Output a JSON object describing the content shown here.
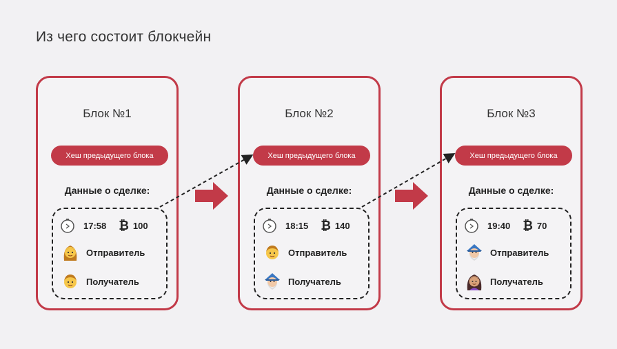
{
  "title": "Из чего состоит блокчейн",
  "colors": {
    "accent": "#c23a48",
    "background": "#f2f1f3",
    "text": "#222222"
  },
  "blocks": [
    {
      "title": "Блок №1",
      "hash_label": "Хеш предыдущего блока",
      "deal_label": "Данные о сделке:",
      "time": "17:58",
      "btc_symbol": "₿",
      "amount": "100",
      "sender_label": "Отправитель",
      "sender_icon": "woman-emoji-icon",
      "receiver_label": "Получатель",
      "receiver_icon": "man-emoji-icon"
    },
    {
      "title": "Блок №2",
      "hash_label": "Хеш предыдущего блока",
      "deal_label": "Данные о сделке:",
      "time": "18:15",
      "btc_symbol": "₿",
      "amount": "140",
      "sender_label": "Отправитель",
      "sender_icon": "man-emoji-icon",
      "receiver_label": "Получатель",
      "receiver_icon": "wizard-emoji-icon"
    },
    {
      "title": "Блок №3",
      "hash_label": "Хеш предыдущего блока",
      "deal_label": "Данные о сделке:",
      "time": "19:40",
      "btc_symbol": "₿",
      "amount": "70",
      "sender_label": "Отправитель",
      "sender_icon": "wizard-emoji-icon",
      "receiver_label": "Получатель",
      "receiver_icon": "woman-emoji-icon"
    }
  ]
}
